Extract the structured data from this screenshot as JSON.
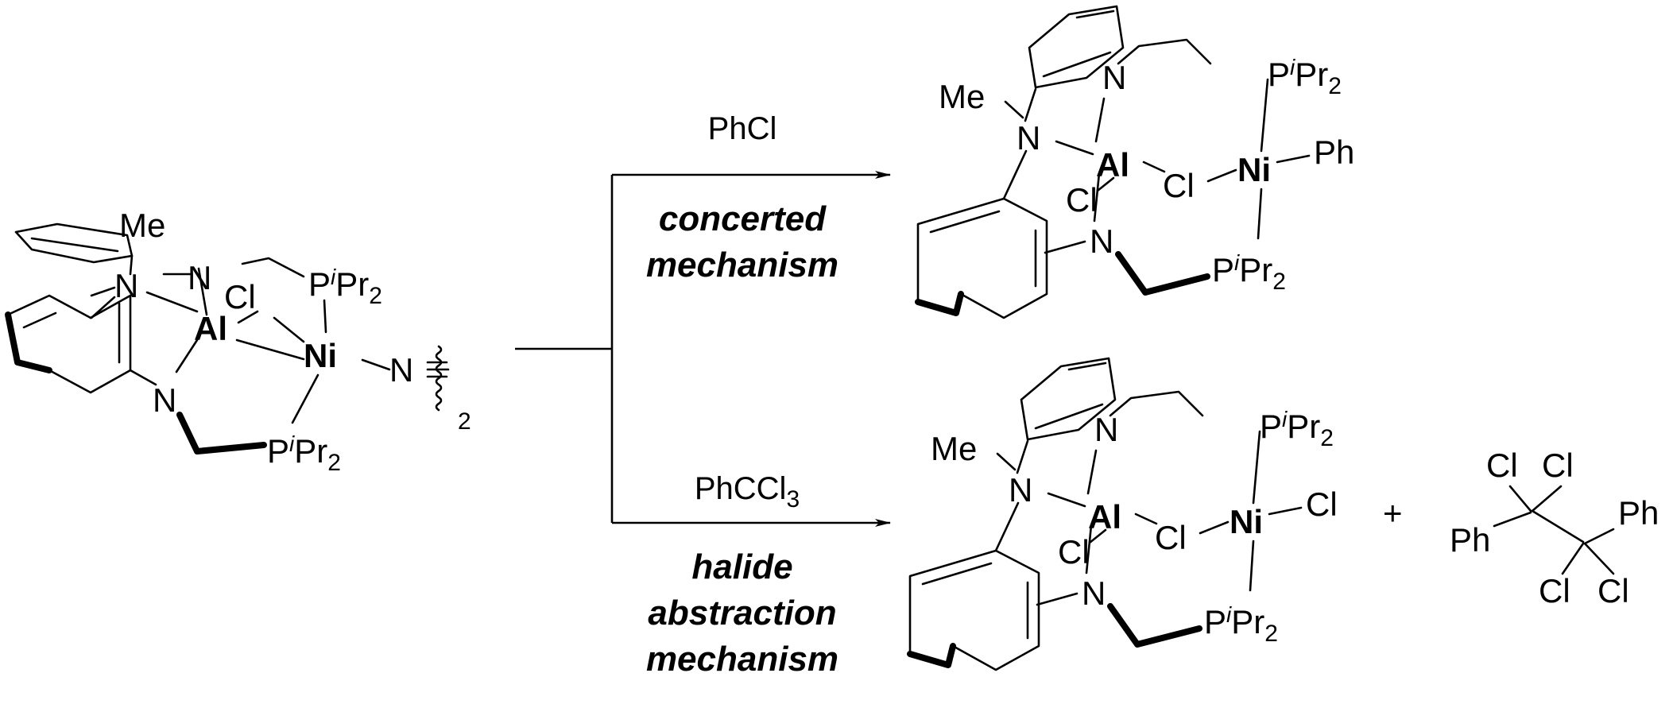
{
  "colors": {
    "aluminum": "#e8442a",
    "nickel": "#1f2a8c",
    "ink": "#000000",
    "background": "#ffffff"
  },
  "atoms": {
    "me": "Me",
    "n": "N",
    "al": "Al",
    "ni": "Ni",
    "cl": "Cl",
    "p": "P",
    "ipr_sup": "i",
    "pr": "Pr",
    "two": "2",
    "ph": "Ph"
  },
  "reactions": [
    {
      "reagent": "PhCl",
      "mechanism_lines": [
        "concerted",
        "mechanism"
      ]
    },
    {
      "reagent_main": "PhCCl",
      "reagent_sub": "3",
      "mechanism_lines": [
        "halide",
        "abstraction",
        "mechanism"
      ]
    }
  ],
  "byproduct": {
    "plus": "+"
  }
}
